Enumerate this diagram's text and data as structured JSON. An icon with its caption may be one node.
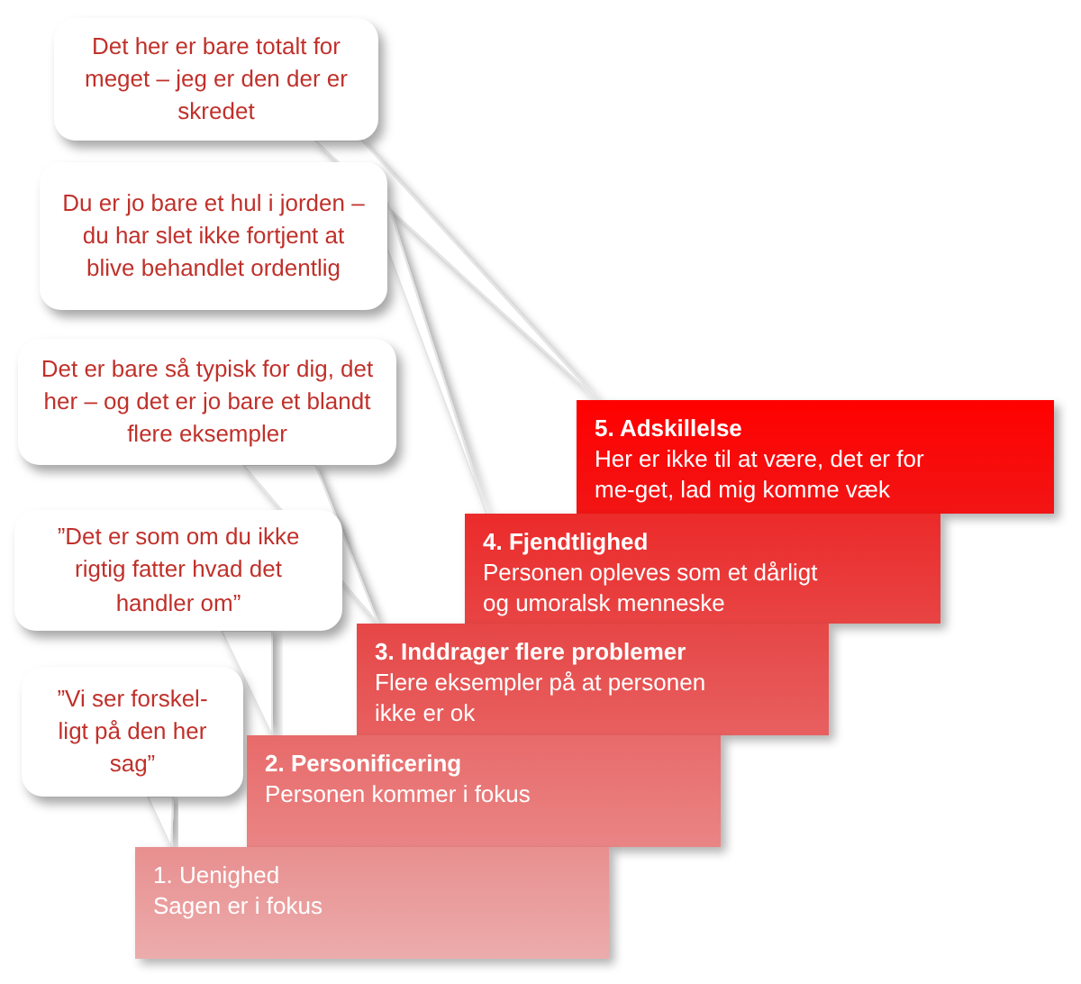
{
  "diagram": {
    "nodes": [
      {
        "text": [
          "Det her er bare totalt for meget – jeg er den der er skredet"
        ]
      },
      {
        "text": [
          "Du er jo bare et hul i jorden – du har slet ikke fortjent at blive behandlet ordentlig"
        ]
      },
      {
        "text": [
          "Det er bare så typisk for dig, det her – og det er jo bare et blandt flere eksempler"
        ]
      },
      {
        "text": [
          "”Det er som om du ikke rigtig fatter hvad det handler om”"
        ]
      },
      {
        "text": [
          "”Vi ser forskel-ligt på den her sag”"
        ]
      },
      {
        "text": [
          "5. Adskillelse",
          "Her er ikke til at være, det er for me-get, lad mig komme væk"
        ]
      },
      {
        "text": [
          "4. Fjendtlighed",
          "Personen opleves som et dårligt og umoralsk menneske"
        ]
      },
      {
        "text": [
          "3. Inddrager flere problemer",
          "Flere eksempler på at personen ikke er ok"
        ]
      },
      {
        "text": [
          "2. Personificering",
          "Personen kommer i fokus"
        ]
      },
      {
        "text": [
          "1. Uenighed",
          "Sagen er i fokus"
        ]
      }
    ],
    "edges": [
      {
        "from": 0,
        "to": 5,
        "arrow": "none"
      },
      {
        "from": 1,
        "to": 6,
        "arrow": "none"
      },
      {
        "from": 2,
        "to": 7,
        "arrow": "none"
      },
      {
        "from": 3,
        "to": 8,
        "arrow": "none"
      },
      {
        "from": 4,
        "to": 9,
        "arrow": "none"
      }
    ]
  }
}
